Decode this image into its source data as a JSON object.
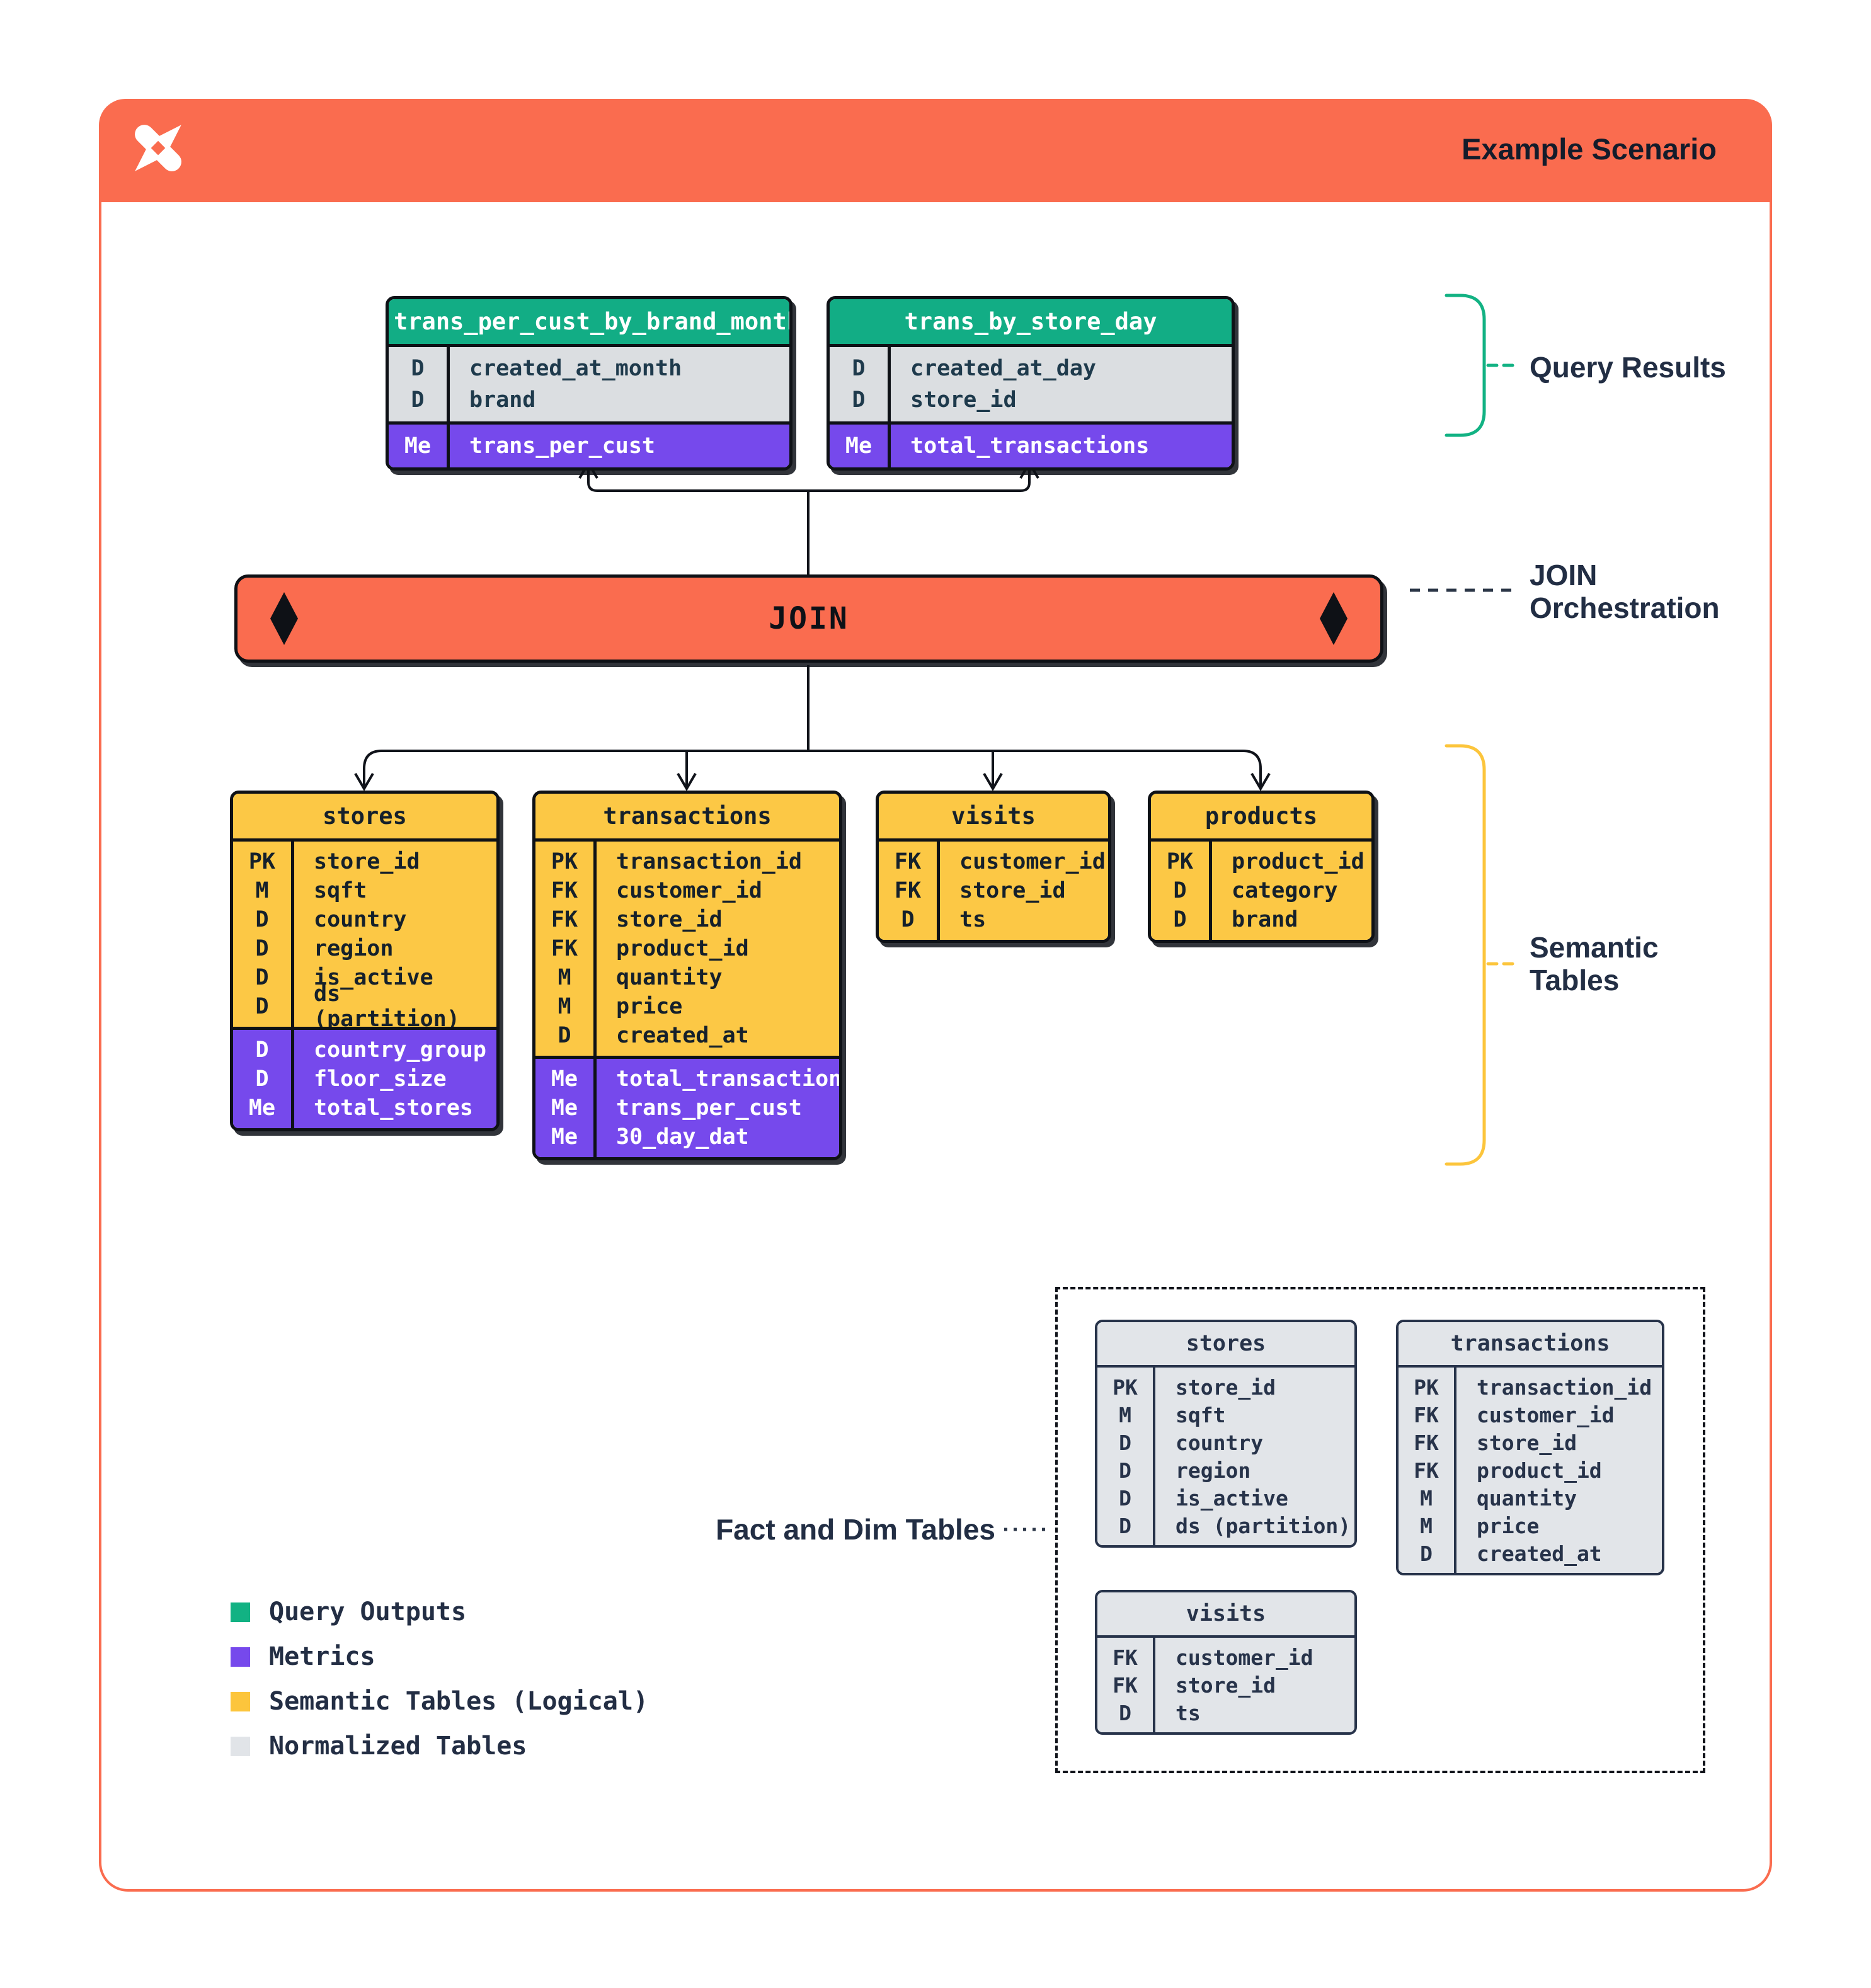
{
  "header": {
    "title": "Example Scenario"
  },
  "join": {
    "label": "JOIN"
  },
  "annotations": {
    "query_results": "Query Results",
    "join_orchestration": "JOIN\nOrchestration",
    "semantic_tables": "Semantic\nTables",
    "fact_dim": "Fact and Dim Tables"
  },
  "tables": {
    "query": [
      {
        "title": "trans_per_cust_by_brand_month",
        "fields": [
          {
            "k": "D",
            "f": "created_at_month"
          },
          {
            "k": "D",
            "f": "brand"
          }
        ],
        "metrics": [
          {
            "k": "Me",
            "f": "trans_per_cust"
          }
        ]
      },
      {
        "title": "trans_by_store_day",
        "fields": [
          {
            "k": "D",
            "f": "created_at_day"
          },
          {
            "k": "D",
            "f": "store_id"
          }
        ],
        "metrics": [
          {
            "k": "Me",
            "f": "total_transactions"
          }
        ]
      }
    ],
    "semantic": [
      {
        "title": "stores",
        "fields": [
          {
            "k": "PK",
            "f": "store_id"
          },
          {
            "k": "M",
            "f": "sqft"
          },
          {
            "k": "D",
            "f": "country"
          },
          {
            "k": "D",
            "f": "region"
          },
          {
            "k": "D",
            "f": "is_active"
          },
          {
            "k": "D",
            "f": "ds (partition)"
          }
        ],
        "metrics": [
          {
            "k": "D",
            "f": "country_group"
          },
          {
            "k": "D",
            "f": "floor_size"
          },
          {
            "k": "Me",
            "f": "total_stores"
          }
        ]
      },
      {
        "title": "transactions",
        "fields": [
          {
            "k": "PK",
            "f": "transaction_id"
          },
          {
            "k": "FK",
            "f": "customer_id"
          },
          {
            "k": "FK",
            "f": "store_id"
          },
          {
            "k": "FK",
            "f": "product_id"
          },
          {
            "k": "M",
            "f": "quantity"
          },
          {
            "k": "M",
            "f": "price"
          },
          {
            "k": "D",
            "f": "created_at"
          }
        ],
        "metrics": [
          {
            "k": "Me",
            "f": "total_transactions"
          },
          {
            "k": "Me",
            "f": "trans_per_cust"
          },
          {
            "k": "Me",
            "f": "30_day_dat"
          }
        ]
      },
      {
        "title": "visits",
        "fields": [
          {
            "k": "FK",
            "f": "customer_id"
          },
          {
            "k": "FK",
            "f": "store_id"
          },
          {
            "k": "D",
            "f": "ts"
          }
        ],
        "metrics": []
      },
      {
        "title": "products",
        "fields": [
          {
            "k": "PK",
            "f": "product_id"
          },
          {
            "k": "D",
            "f": "category"
          },
          {
            "k": "D",
            "f": "brand"
          }
        ],
        "metrics": []
      }
    ],
    "normalized": [
      {
        "title": "stores",
        "fields": [
          {
            "k": "PK",
            "f": "store_id"
          },
          {
            "k": "M",
            "f": "sqft"
          },
          {
            "k": "D",
            "f": "country"
          },
          {
            "k": "D",
            "f": "region"
          },
          {
            "k": "D",
            "f": "is_active"
          },
          {
            "k": "D",
            "f": "ds (partition)"
          }
        ],
        "metrics": []
      },
      {
        "title": "transactions",
        "fields": [
          {
            "k": "PK",
            "f": "transaction_id"
          },
          {
            "k": "FK",
            "f": "customer_id"
          },
          {
            "k": "FK",
            "f": "store_id"
          },
          {
            "k": "FK",
            "f": "product_id"
          },
          {
            "k": "M",
            "f": "quantity"
          },
          {
            "k": "M",
            "f": "price"
          },
          {
            "k": "D",
            "f": "created_at"
          }
        ],
        "metrics": []
      },
      {
        "title": "visits",
        "fields": [
          {
            "k": "FK",
            "f": "customer_id"
          },
          {
            "k": "FK",
            "f": "store_id"
          },
          {
            "k": "D",
            "f": "ts"
          }
        ],
        "metrics": []
      }
    ]
  },
  "legend": [
    {
      "label": "Query Outputs",
      "color": "#12B283"
    },
    {
      "label": "Metrics",
      "color": "#7649EC"
    },
    {
      "label": "Semantic Tables (Logical)",
      "color": "#FCC53C"
    },
    {
      "label": "Normalized Tables",
      "color": "#E1E4E8"
    }
  ],
  "colors": {
    "accent_orange": "#FA6C4F",
    "query_green": "#12AD85",
    "metric_purple": "#7649EC",
    "semantic_yellow": "#FCC845",
    "normalized_gray": "#E2E5E9",
    "ink": "#10131A",
    "label_navy": "#222E44"
  }
}
